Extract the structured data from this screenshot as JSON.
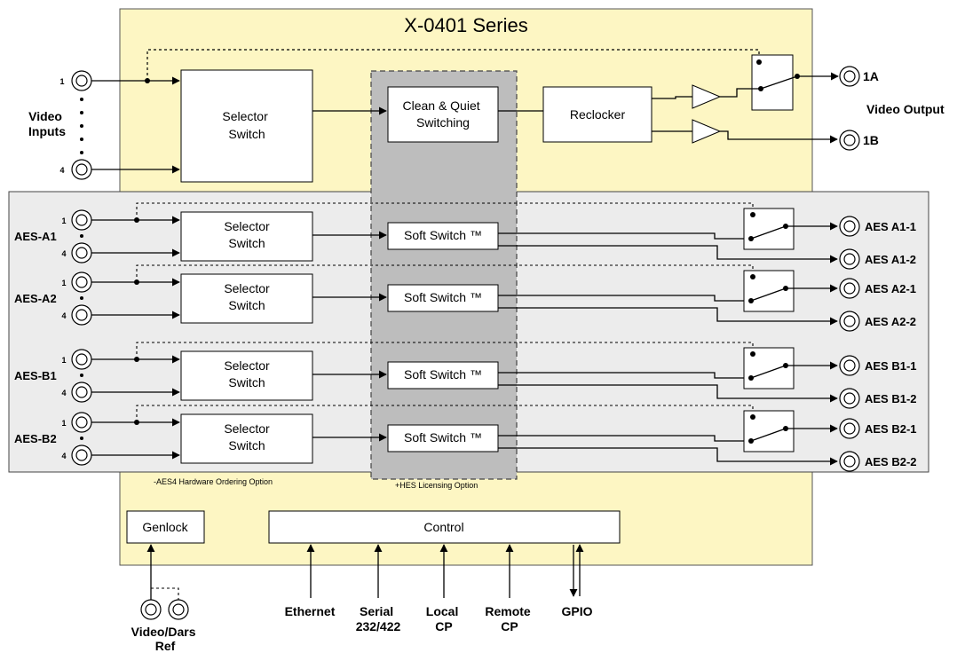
{
  "title": "X-0401 Series",
  "video_section": {
    "input_top_num": "1",
    "input_bottom_num": "4",
    "inputs_label_line1": "Video",
    "inputs_label_line2": "Inputs",
    "selector_line1": "Selector",
    "selector_line2": "Switch",
    "clean_line1": "Clean & Quiet",
    "clean_line2": "Switching",
    "reclocker": "Reclocker",
    "output_a": "1A",
    "output_b": "1B",
    "output_label": "Video Output"
  },
  "aes_groups": [
    {
      "name": "AES-A1",
      "in_top": "1",
      "in_bottom": "4",
      "selector_line1": "Selector",
      "selector_line2": "Switch",
      "soft_switch": "Soft Switch ™",
      "out1": "AES A1-1",
      "out2": "AES A1-2"
    },
    {
      "name": "AES-A2",
      "in_top": "1",
      "in_bottom": "4",
      "selector_line1": "Selector",
      "selector_line2": "Switch",
      "soft_switch": "Soft Switch ™",
      "out1": "AES A2-1",
      "out2": "AES A2-2"
    },
    {
      "name": "AES-B1",
      "in_top": "1",
      "in_bottom": "4",
      "selector_line1": "Selector",
      "selector_line2": "Switch",
      "soft_switch": "Soft Switch ™",
      "out1": "AES B1-1",
      "out2": "AES B1-2"
    },
    {
      "name": "AES-B2",
      "in_top": "1",
      "in_bottom": "4",
      "selector_line1": "Selector",
      "selector_line2": "Switch",
      "soft_switch": "Soft Switch ™",
      "out1": "AES B2-1",
      "out2": "AES B2-2"
    }
  ],
  "aes_option_label": "-AES4 Hardware Ordering Option",
  "hes_option_label": "+HES Licensing Option",
  "genlock": "Genlock",
  "control": "Control",
  "ref_label_line1": "Video/Dars",
  "ref_label_line2": "Ref",
  "control_inputs": [
    {
      "line1": "Ethernet",
      "line2": ""
    },
    {
      "line1": "Serial",
      "line2": "232/422"
    },
    {
      "line1": "Local",
      "line2": "CP"
    },
    {
      "line1": "Remote",
      "line2": "CP"
    },
    {
      "line1": "GPIO",
      "line2": ""
    }
  ],
  "colors": {
    "chassis": "#fdf6c3",
    "aes_panel": "#ececec",
    "hes_panel": "#bdbdbd"
  }
}
